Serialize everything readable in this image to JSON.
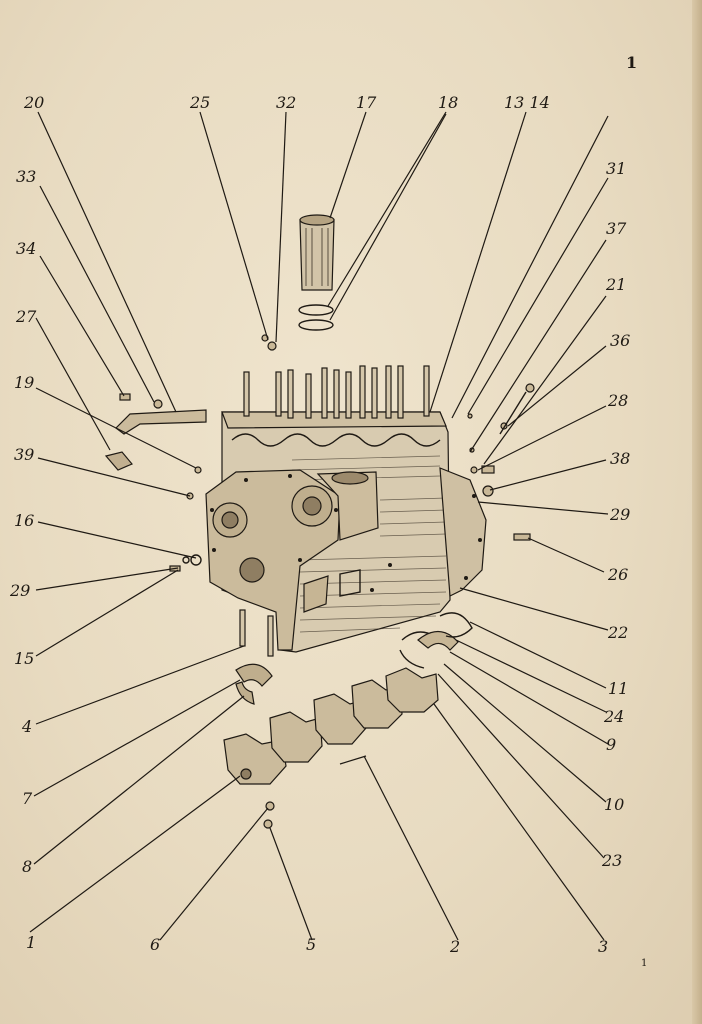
{
  "page_number": "1",
  "footer_number": "1",
  "labels": [
    {
      "id": "20",
      "text": "20"
    },
    {
      "id": "25",
      "text": "25"
    },
    {
      "id": "32",
      "text": "32"
    },
    {
      "id": "17",
      "text": "17"
    },
    {
      "id": "18",
      "text": "18"
    },
    {
      "id": "13_14",
      "text": "13 14"
    },
    {
      "id": "33",
      "text": "33"
    },
    {
      "id": "31",
      "text": "31"
    },
    {
      "id": "34",
      "text": "34"
    },
    {
      "id": "37",
      "text": "37"
    },
    {
      "id": "27",
      "text": "27"
    },
    {
      "id": "21",
      "text": "21"
    },
    {
      "id": "36",
      "text": "36"
    },
    {
      "id": "19",
      "text": "19"
    },
    {
      "id": "28",
      "text": "28"
    },
    {
      "id": "39",
      "text": "39"
    },
    {
      "id": "38",
      "text": "38"
    },
    {
      "id": "16",
      "text": "16"
    },
    {
      "id": "29a",
      "text": "29"
    },
    {
      "id": "29b",
      "text": "29"
    },
    {
      "id": "26",
      "text": "26"
    },
    {
      "id": "15",
      "text": "15"
    },
    {
      "id": "22",
      "text": "22"
    },
    {
      "id": "11",
      "text": "11"
    },
    {
      "id": "4",
      "text": "4"
    },
    {
      "id": "24",
      "text": "24"
    },
    {
      "id": "9",
      "text": "9"
    },
    {
      "id": "7",
      "text": "7"
    },
    {
      "id": "10",
      "text": "10"
    },
    {
      "id": "8",
      "text": "8"
    },
    {
      "id": "23",
      "text": "23"
    },
    {
      "id": "1",
      "text": "1"
    },
    {
      "id": "6",
      "text": "6"
    },
    {
      "id": "5",
      "text": "5"
    },
    {
      "id": "2",
      "text": "2"
    },
    {
      "id": "3",
      "text": "3"
    }
  ]
}
